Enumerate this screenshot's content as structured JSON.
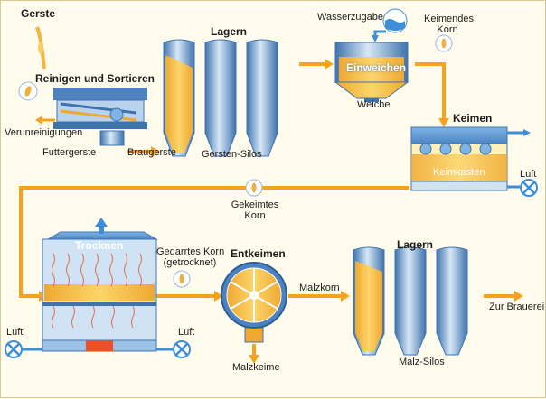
{
  "labels": {
    "gerste": "Gerste",
    "reinigen": "Reinigen und Sortieren",
    "verunreinigungen": "Verunreinigungen",
    "futtergerste": "Futtergerste",
    "braugerste": "Braugerste",
    "lagern_top": "Lagern",
    "gersten_silos": "Gersten-Silos",
    "wasserzugabe": "Wasserzugabe",
    "keimendes_l1": "Keimendes",
    "keimendes_l2": "Korn",
    "einweichen": "Einweichen",
    "weiche": "Weiche",
    "keimen": "Keimen",
    "keimkasten": "Keimkasten",
    "luft_right": "Luft",
    "gekeimtes_l1": "Gekeimtes",
    "gekeimtes_l2": "Korn",
    "trocknen": "Trocknen",
    "gedarrtes_l1": "Gedarrtes Korn",
    "gedarrtes_l2": "(getrocknet)",
    "entkeimen": "Entkeimen",
    "malzkorn": "Malzkorn",
    "lagern_bottom": "Lagern",
    "zur_brauerei": "Zur Brauerei",
    "luft_left": "Luft",
    "luft_mid": "Luft",
    "malzkeime": "Malzkeime",
    "malz_silos": "Malz-Silos"
  },
  "colors": {
    "flow": "#f7a21c",
    "grain": "#f7c34a",
    "steel": "#5b8fc8",
    "steel_light": "#cfe3f5",
    "air": "#3c8fd6",
    "heater": "#e8522a"
  },
  "icons": [
    "grain-icon",
    "water-drop-icon",
    "fan-icon",
    "wave-icon"
  ]
}
